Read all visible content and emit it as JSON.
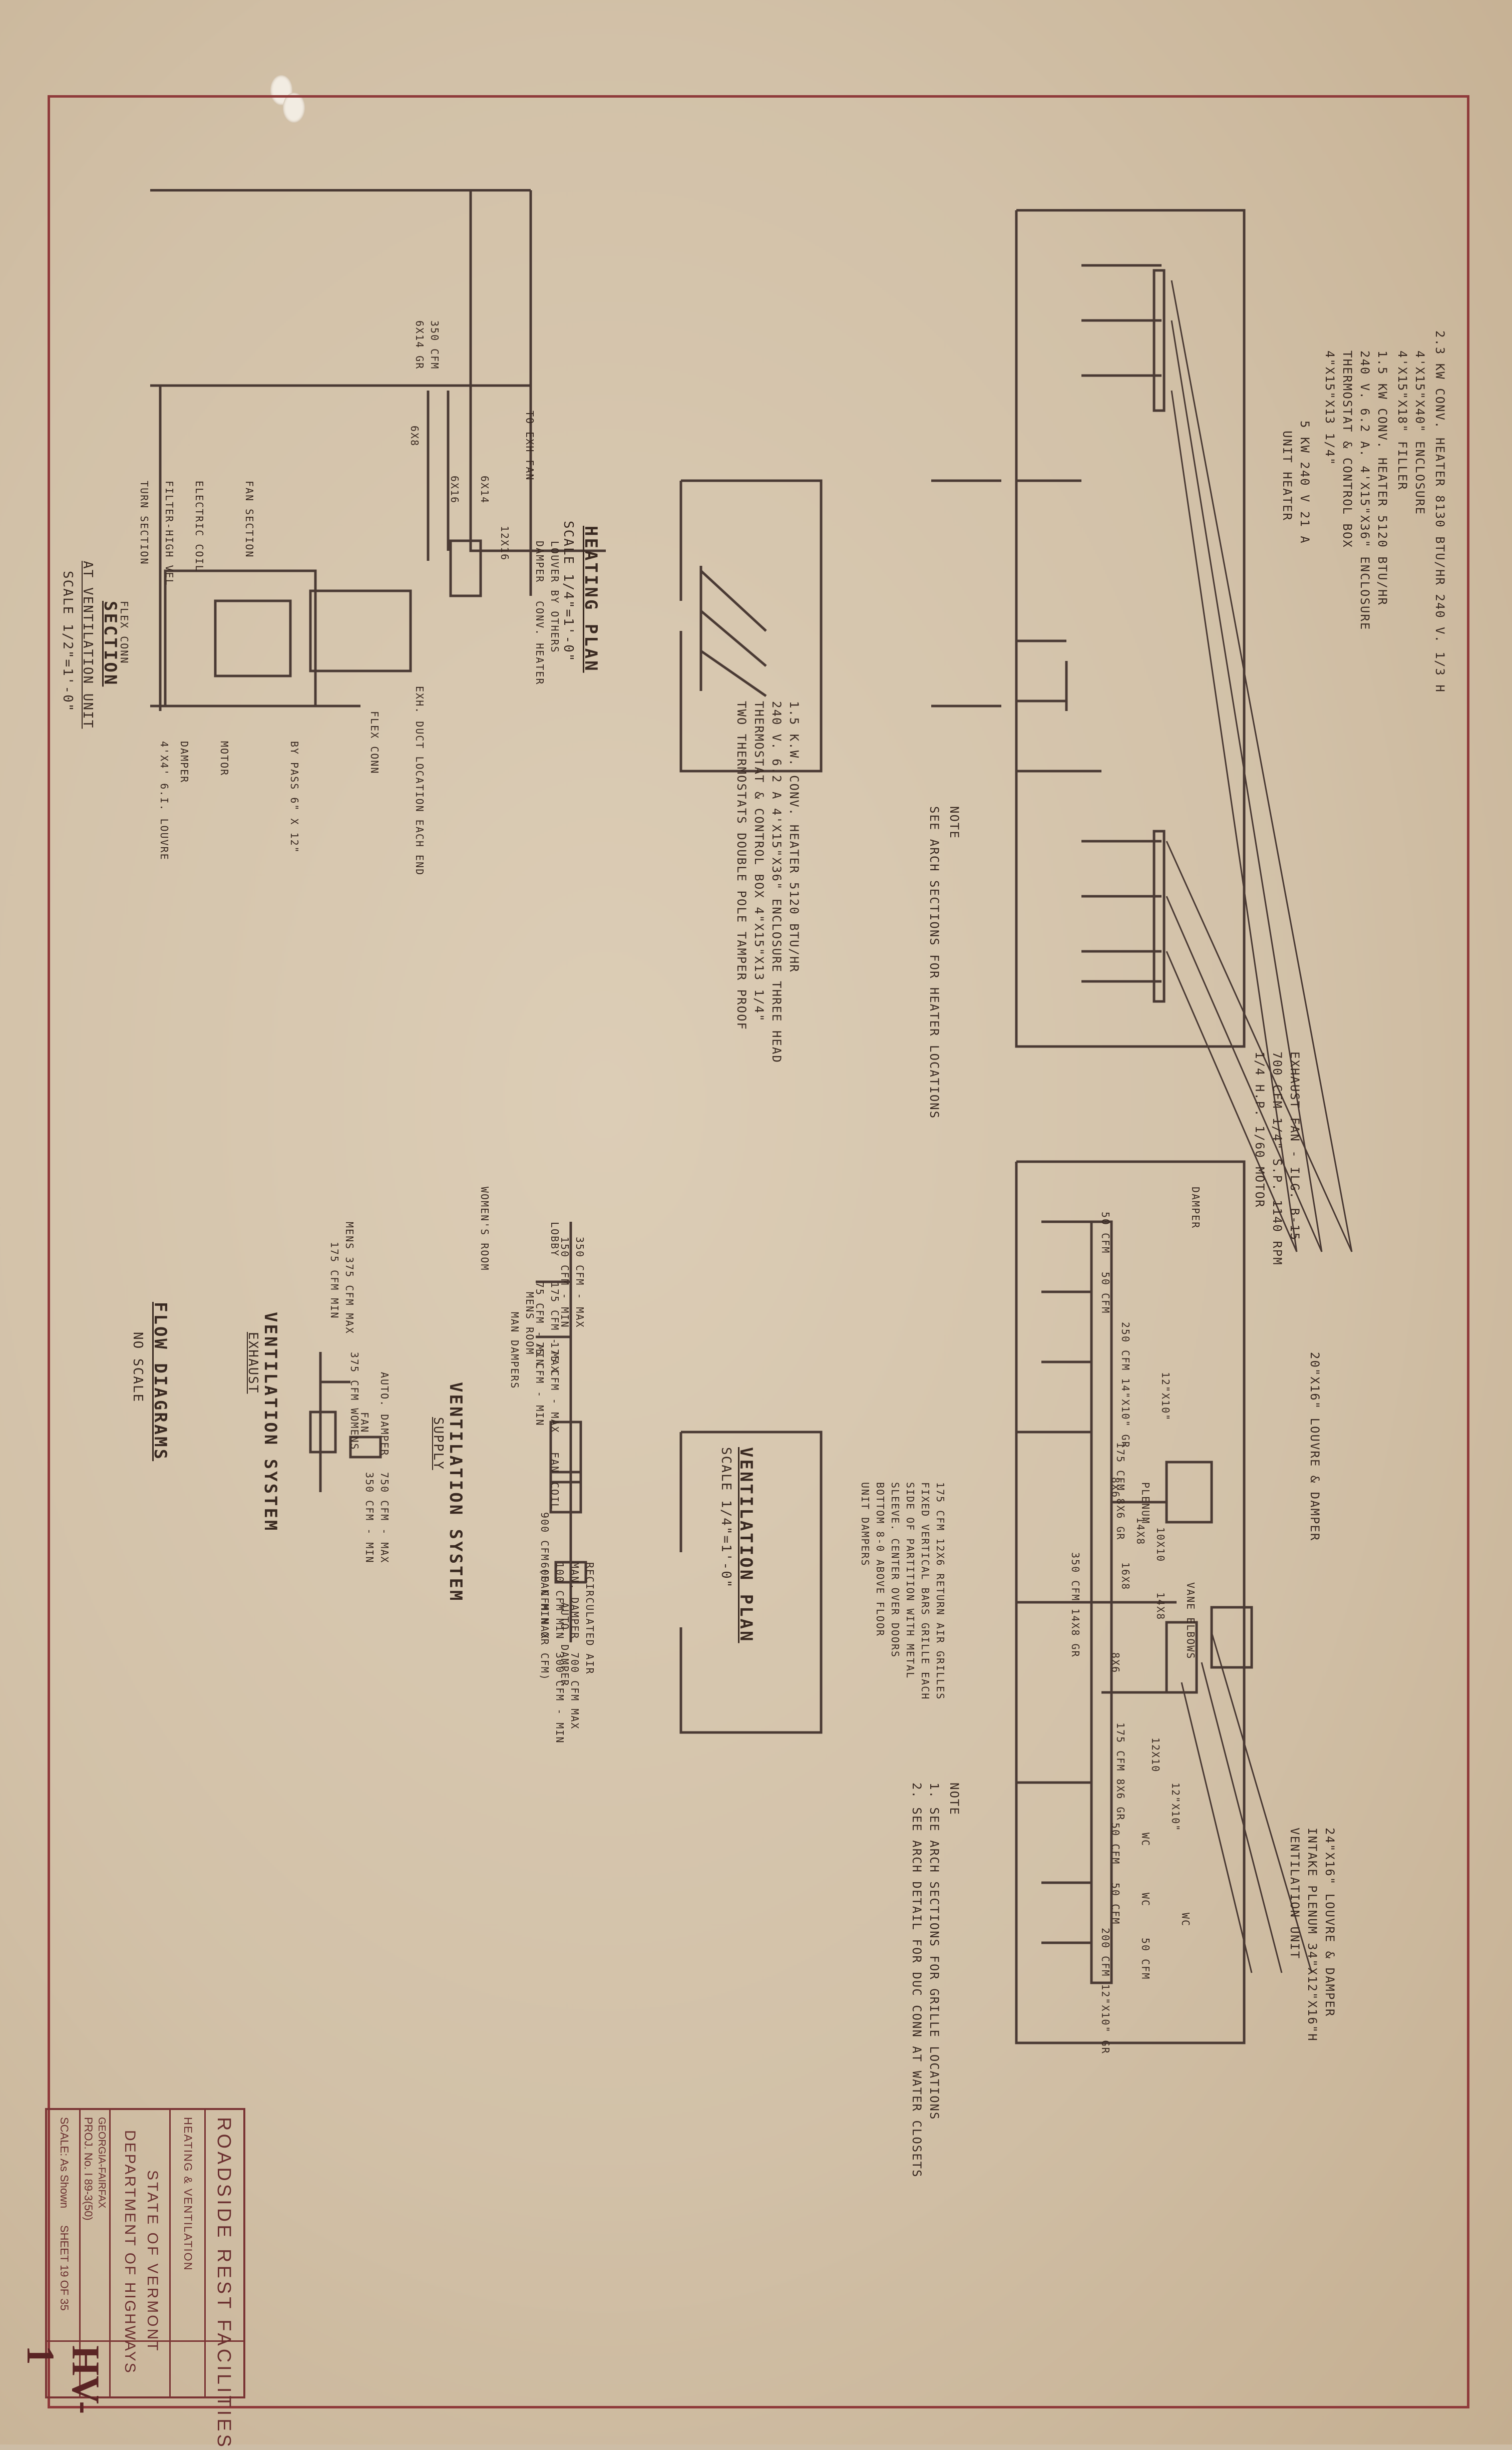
{
  "title_block": {
    "project_name": "ROADSIDE REST FACILITIES",
    "drawing_subject": "HEATING & VENTILATION",
    "agency_line1": "STATE OF VERMONT",
    "agency_line2": "DEPARTMENT OF HIGHWAYS",
    "town": "GEORGIA-FAIRFAX",
    "project_no": "PROJ. No. I 89-3(50)",
    "scale": "SCALE: As Shown",
    "sheet": "SHEET 19 OF 35",
    "sheet_code": "HV-1"
  },
  "heating_plan": {
    "title": "HEATING PLAN",
    "scale": "SCALE 1/4\"=1'-0\"",
    "callouts": [
      "2.3 KW CONV. HEATER 8130 BTU/HR 240 V. 1/3 H",
      "4'X15\"X40\" ENCLOSURE",
      "4'X15\"X18\" FILLER",
      "1.5 KW CONV. HEATER 5120 BTU/HR",
      "240 V. 6.2 A. 4'X15\"X36\" ENCLOSURE",
      "THERMOSTAT & CONTROL BOX",
      "4\"X15\"X13 1/4\"",
      "5 KW 240 V 21 A",
      "UNIT HEATER"
    ],
    "left_callouts": [
      "1.5 K.W. CONV. HEATER 5120 BTU/HR",
      "240 V. 6.2 A 4'X15\"X36\" ENCLOSURE THREE HEAD",
      "THERMOSTAT & CONTROL BOX 4\"X15\"X13 1/4\"",
      "TWO THERMOSTATS DOUBLE POLE TAMPER PROOF"
    ],
    "note_title": "NOTE",
    "note": "SEE ARCH SECTIONS FOR HEATER LOCATIONS"
  },
  "ventilation_plan": {
    "title": "VENTILATION PLAN",
    "scale": "SCALE 1/4\"=1'-0\"",
    "exhaust_fan": [
      "EXHAUST FAN - ILG. B-15",
      "700 CFM 1/4\" S.P. 1140 RPM",
      "1/4 H.P. 1/60 MOTOR"
    ],
    "callouts": [
      "20\"X16\" LOUVRE & DAMPER",
      "24\"X16\" LOUVRE & DAMPER",
      "INTAKE PLENUM 34\"X12\"X16\"H",
      "VENTILATION UNIT",
      "DAMPER",
      "VANE ELBOWS",
      "PLENUM",
      "12\"X10\"",
      "12\"X10\"",
      "8X6",
      "8X6",
      "14X8",
      "16X8",
      "10X10",
      "14X8",
      "12X10"
    ],
    "cfm_labels": [
      "50 CFM",
      "50 CFM",
      "250 CFM 14\"X10\" GR",
      "175 CFM 8X6 GR",
      "350 CFM 14X8 GR",
      "175 CFM 8X6 GR",
      "50 CFM",
      "50 CFM",
      "200 CFM 12\"X10\" GR",
      "50 CFM",
      "WC",
      "WC",
      "WC"
    ],
    "return_air_note": [
      "175 CFM 12X6 RETURN AIR GRILLES",
      "FIXED VERTICAL BARS GRILLE EACH",
      "SIDE OF PARTITION WITH METAL",
      "SLEEVE. CENTER OVER DOORS",
      "BOTTOM 8-0 ABOVE FLOOR",
      "UNIT DAMPERS"
    ],
    "note_title": "NOTE",
    "notes": [
      "1. SEE ARCH SECTIONS FOR GRILLE LOCATIONS",
      "2. SEE ARCH DETAIL FOR DUC CONN AT WATER CLOSETS"
    ]
  },
  "section": {
    "title": "SECTION",
    "subtitle": "AT VENTILATION UNIT",
    "scale": "SCALE 1/2\"=1'-0\"",
    "labels": [
      "350 CFM",
      "6X14 GR",
      "TO EXH FAN",
      "6X8",
      "6X16",
      "6X14",
      "12X16",
      "DAMPER",
      "LOUVER BY OTHERS",
      "CONV. HEATER",
      "EXH. DUCT LOCATION EACH END",
      "FLEX CONN",
      "BY PASS 6\" X 12\"",
      "MOTOR",
      "DAMPER",
      "4'X4' 6.I. LOUVRE",
      "FAN SECTION",
      "ELECTRIC COIL",
      "FILTER-HIGH VEL",
      "TURN SECTION",
      "FLEX CONN"
    ]
  },
  "flow_diagrams": {
    "title": "FLOW DIAGRAMS",
    "scale": "NO SCALE",
    "supply_title": "VENTILATION SYSTEM",
    "supply_subtitle": "SUPPLY",
    "supply_labels": [
      "LOBBY",
      "350 CFM - MAX",
      "150 CFM - MIN",
      "MENS ROOM",
      "175 CFM - MAX",
      "75 CFM - MIN",
      "MAN DAMPERS",
      "WOMEN'S ROOM",
      "175 CFM - MAX",
      "75 CFM - MIN",
      "FAN",
      "COIL",
      "900 CFM (FAN MIN OR CFM)",
      "MAN. DAMPER",
      "RECIRCULATED AIR",
      "100 CFM MIN",
      "600 CFM MAX",
      "AUTO. DAMPER",
      "700 CFM MAX",
      "300 CFM - MIN"
    ],
    "exhaust_title": "VENTILATION SYSTEM",
    "exhaust_subtitle": "EXHAUST",
    "exhaust_labels": [
      "MENS 375 CFM MAX",
      "175 CFM MIN",
      "375 CFM WOMENS",
      "AUTO. DAMPER",
      "FAN",
      "750 CFM - MAX",
      "350 CFM - MIN"
    ]
  }
}
